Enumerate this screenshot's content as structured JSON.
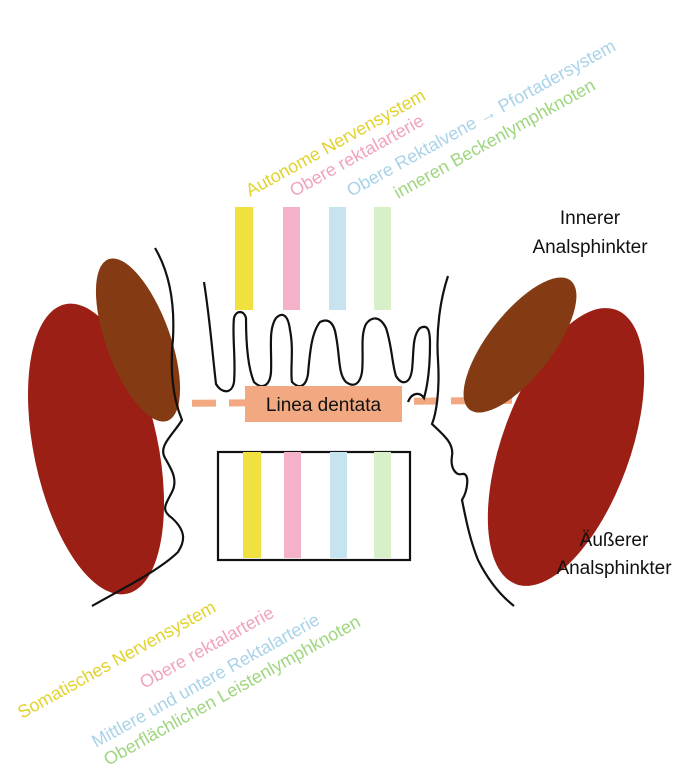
{
  "colors": {
    "nerve": "#f0e040",
    "artery": "#f5b1c9",
    "vein": "#c6e3f0",
    "lymph": "#d8f0c8",
    "outer_sphincter": "#9b1f15",
    "inner_sphincter": "#843a12",
    "dentate_line": "#f2a981",
    "outline": "#111111"
  },
  "labels": {
    "upper": {
      "nerve": "Autonome Nervensystem",
      "artery": "Obere rektalarterie",
      "vein": "Obere Rektalvene → Pfortadersystem",
      "lymph": "inneren Beckenlymphknoten"
    },
    "lower": {
      "nerve": "Somatisches Nervensystem",
      "artery": "Obere rektalarterie",
      "vein": "Mittlere und untere Rektalarterie",
      "lymph": "Oberflächlichen Leistenlymphknoten"
    },
    "inner_sphincter": [
      "Innerer",
      "Analsphinkter"
    ],
    "outer_sphincter": [
      "Äußerer",
      "Analsphinkter"
    ],
    "dentate_line": "Linea dentata"
  }
}
